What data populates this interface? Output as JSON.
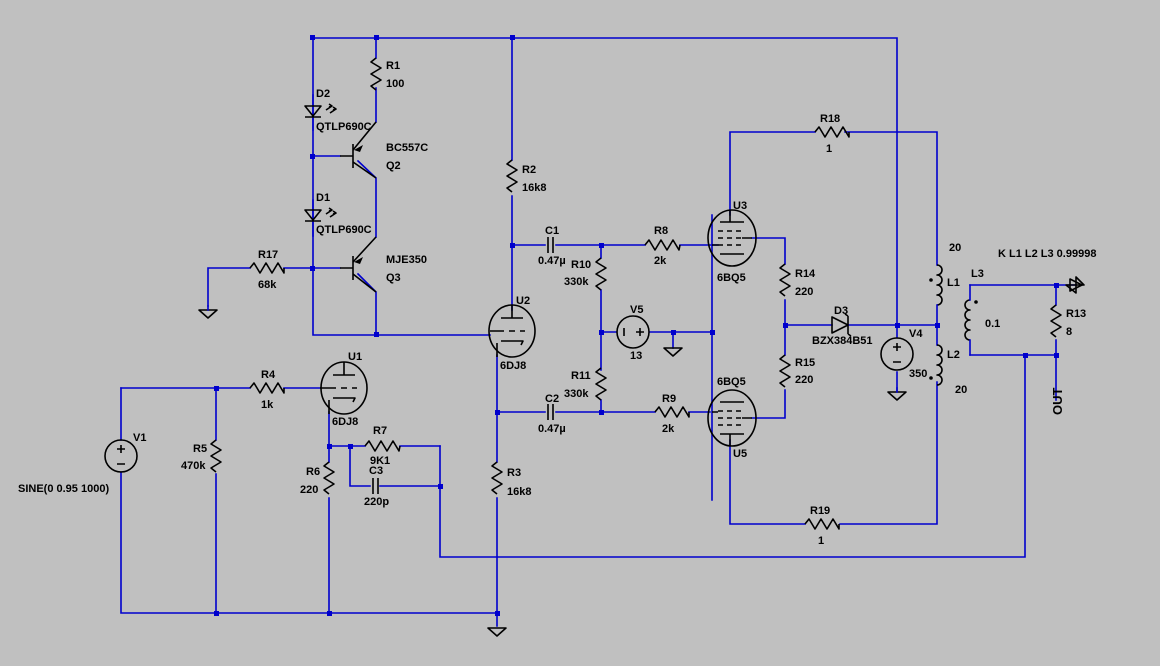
{
  "labels": {
    "r1": "R1",
    "r1_val": "100",
    "d2": "D2",
    "d2_part": "QTLP690C",
    "q2_part": "BC557C",
    "q2": "Q2",
    "d1": "D1",
    "d1_part": "QTLP690C",
    "r17": "R17",
    "r17_val": "68k",
    "q3_part": "MJE350",
    "q3": "Q3",
    "r2": "R2",
    "r2_val": "16k8",
    "c1": "C1",
    "c1_val": "0.47µ",
    "r8": "R8",
    "r8_val": "2k",
    "r10": "R10",
    "r10_val": "330k",
    "u3": "U3",
    "u3_part": "6BQ5",
    "r18": "R18",
    "r18_val": "1",
    "r14": "R14",
    "r14_val": "220",
    "d3": "D3",
    "d3_part": "BZX384B51",
    "r15": "R15",
    "r15_val": "220",
    "l1_val": "20",
    "l1": "L1",
    "l2": "L2",
    "l2_val": "20",
    "l3": "L3",
    "l3_val": "0.1",
    "coupling": "K L1 L2 L3 0.99998",
    "r13": "R13",
    "r13_val": "8",
    "out": "OUT",
    "v4": "V4",
    "v4_val": "350",
    "v5": "V5",
    "v5_val": "13",
    "u2": "U2",
    "u2_part": "6DJ8",
    "u1": "U1",
    "u1_part": "6DJ8",
    "r4": "R4",
    "r4_val": "1k",
    "v1": "V1",
    "r5": "R5",
    "r5_val": "470k",
    "sine": "SINE(0 0.95 1000)",
    "r6": "R6",
    "r6_val": "220",
    "r7": "R7",
    "r7_val": "9K1",
    "c3": "C3",
    "c3_val": "220p",
    "r11": "R11",
    "r11_val": "330k",
    "c2": "C2",
    "c2_val": "0.47µ",
    "r9": "R9",
    "r9_val": "2k",
    "u5_part": "6BQ5",
    "u5": "U5",
    "r3": "R3",
    "r3_val": "16k8",
    "r19": "R19",
    "r19_val": "1"
  },
  "colors": {
    "background": "#c0c0c0",
    "wire": "#0000cd",
    "component": "#000000"
  }
}
